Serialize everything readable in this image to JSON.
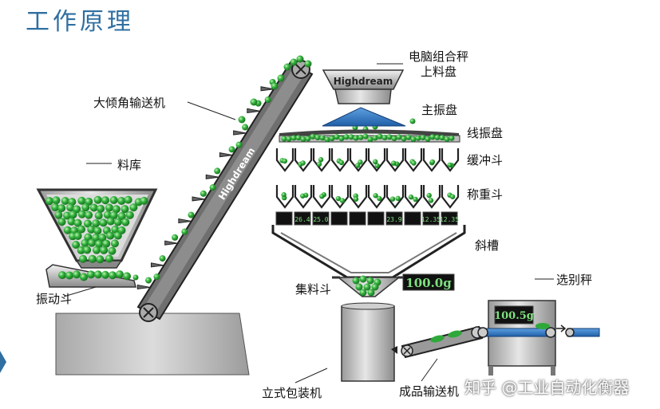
{
  "title": "工作原理",
  "labels": {
    "computer_scale": "电脑组合秤",
    "upper_tray": "上料盘",
    "main_vibrator": "主振盘",
    "linear_vibrator": "线振盘",
    "buffer_hopper": "缓冲斗",
    "weigh_hopper": "称重斗",
    "chute": "斜槽",
    "collecting_hopper": "集料斗",
    "incline_conveyor": "大倾角输送机",
    "material_bin": "料库",
    "vibrating_hopper": "振动斗",
    "vertical_packer": "立式包装机",
    "product_conveyor": "成品输送机",
    "check_weigher": "选别秤"
  },
  "brand": "Highdream",
  "weigh_readings": [
    "26.4",
    "25.0",
    "23.9",
    "12.35",
    "12.35"
  ],
  "total_display": "100.0g",
  "check_display": "100.5g",
  "watermark": "知乎 @工业自动化衡器",
  "colors": {
    "title": "#2f6fa2",
    "product": "#2fa83a",
    "belt": "#1f5fa8",
    "display_bg": "#111111",
    "display_text": "#7ee07e"
  }
}
